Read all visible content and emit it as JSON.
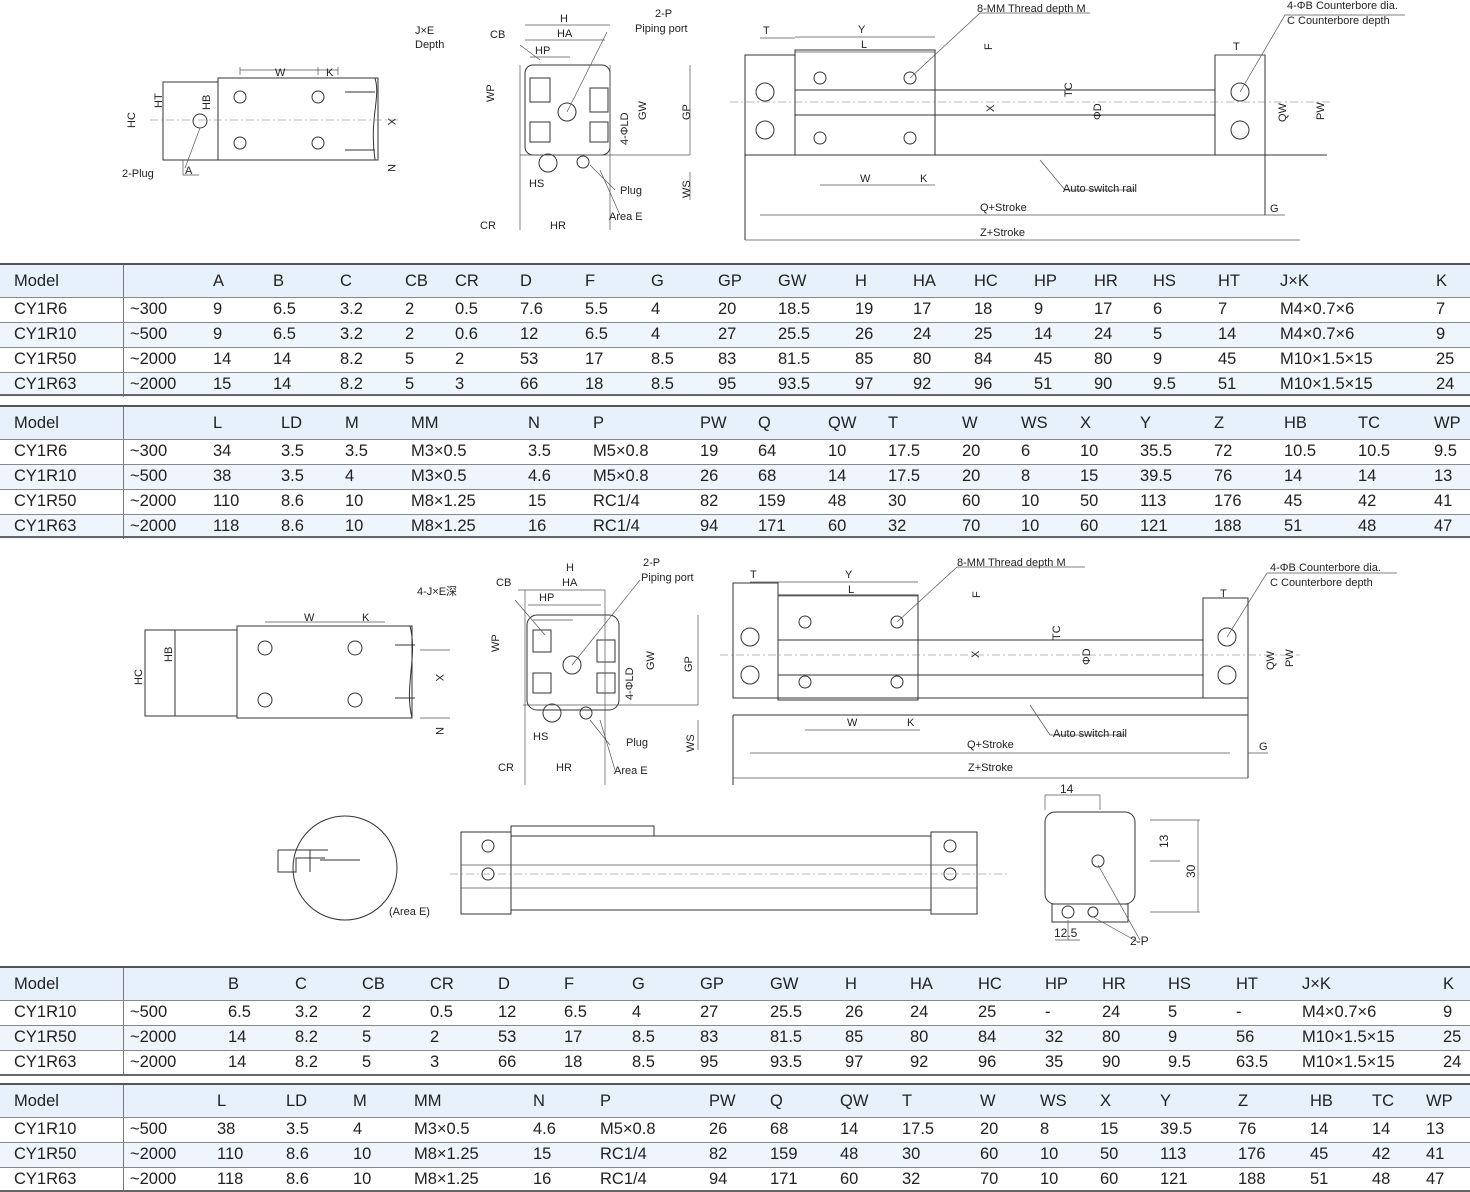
{
  "drawing_top": {
    "labels": [
      "W",
      "K",
      "HT",
      "HB",
      "HC",
      "X",
      "N",
      "2-Plug",
      "A",
      "J×E",
      "Depth",
      "CB",
      "H",
      "HA",
      "HP",
      "2-P",
      "Piping port",
      "WP",
      "4-ΦLD",
      "GW",
      "GP",
      "HS",
      "Plug",
      "Area E",
      "WS",
      "CR",
      "HR",
      "T",
      "Y",
      "L",
      "8-MM Thread depth M",
      "F",
      "TC",
      "ΦD",
      "X",
      "4-ΦB Counterbore dia.",
      "C Counterbore depth",
      "T",
      "QW",
      "PW",
      "W",
      "K",
      "Auto switch rail",
      "Q+Stroke",
      "G",
      "Z+Stroke"
    ]
  },
  "drawing_bottom": {
    "labels": [
      "W",
      "K",
      "HB",
      "HC",
      "X",
      "N",
      "4-J×E深",
      "CB",
      "H",
      "HA",
      "HP",
      "2-P",
      "Piping port",
      "WP",
      "4-ΦLD",
      "GW",
      "GP",
      "HS",
      "Plug",
      "Area E",
      "WS",
      "CR",
      "HR",
      "T",
      "Y",
      "L",
      "8-MM Thread depth M",
      "F",
      "TC",
      "ΦD",
      "X",
      "4-ΦB Counterbore dia.",
      "C Counterbore depth",
      "T",
      "QW",
      "PW",
      "W",
      "K",
      "Auto switch rail",
      "Q+Stroke",
      "G",
      "Z+Stroke",
      "(Area E)",
      "14",
      "13",
      "30",
      "12.5",
      "2-P"
    ]
  },
  "tables": [
    {
      "headers": [
        "Model",
        "",
        "A",
        "B",
        "C",
        "CB",
        "CR",
        "D",
        "F",
        "G",
        "GP",
        "GW",
        "H",
        "HA",
        "HC",
        "HP",
        "HR",
        "HS",
        "HT",
        "J×K",
        "K"
      ],
      "rows": [
        [
          "CY1R6",
          "~300",
          "9",
          "6.5",
          "3.2",
          "2",
          "0.5",
          "7.6",
          "5.5",
          "4",
          "20",
          "18.5",
          "19",
          "17",
          "18",
          "9",
          "17",
          "6",
          "7",
          "M4×0.7×6",
          "7"
        ],
        [
          "CY1R10",
          "~500",
          "9",
          "6.5",
          "3.2",
          "2",
          "0.6",
          "12",
          "6.5",
          "4",
          "27",
          "25.5",
          "26",
          "24",
          "25",
          "14",
          "24",
          "5",
          "14",
          "M4×0.7×6",
          "9"
        ],
        [
          "CY1R50",
          "~2000",
          "14",
          "14",
          "8.2",
          "5",
          "2",
          "53",
          "17",
          "8.5",
          "83",
          "81.5",
          "85",
          "80",
          "84",
          "45",
          "80",
          "9",
          "45",
          "M10×1.5×15",
          "25"
        ],
        [
          "CY1R63",
          "~2000",
          "15",
          "14",
          "8.2",
          "5",
          "3",
          "66",
          "18",
          "8.5",
          "95",
          "93.5",
          "97",
          "92",
          "96",
          "51",
          "90",
          "9.5",
          "51",
          "M10×1.5×15",
          "24"
        ]
      ]
    },
    {
      "headers": [
        "Model",
        "",
        "L",
        "LD",
        "M",
        "MM",
        "N",
        "P",
        "PW",
        "Q",
        "QW",
        "T",
        "W",
        "WS",
        "X",
        "Y",
        "Z",
        "HB",
        "TC",
        "WP"
      ],
      "rows": [
        [
          "CY1R6",
          "~300",
          "34",
          "3.5",
          "3.5",
          "M3×0.5",
          "3.5",
          "M5×0.8",
          "19",
          "64",
          "10",
          "17.5",
          "20",
          "6",
          "10",
          "35.5",
          "72",
          "10.5",
          "10.5",
          "9.5"
        ],
        [
          "CY1R10",
          "~500",
          "38",
          "3.5",
          "4",
          "M3×0.5",
          "4.6",
          "M5×0.8",
          "26",
          "68",
          "14",
          "17.5",
          "20",
          "8",
          "15",
          "39.5",
          "76",
          "14",
          "14",
          "13"
        ],
        [
          "CY1R50",
          "~2000",
          "110",
          "8.6",
          "10",
          "M8×1.25",
          "15",
          "RC1/4",
          "82",
          "159",
          "48",
          "30",
          "60",
          "10",
          "50",
          "113",
          "176",
          "45",
          "42",
          "41"
        ],
        [
          "CY1R63",
          "~2000",
          "118",
          "8.6",
          "10",
          "M8×1.25",
          "16",
          "RC1/4",
          "94",
          "171",
          "60",
          "32",
          "70",
          "10",
          "60",
          "121",
          "188",
          "51",
          "48",
          "47"
        ]
      ]
    },
    {
      "headers": [
        "Model",
        "",
        "B",
        "C",
        "CB",
        "CR",
        "D",
        "F",
        "G",
        "GP",
        "GW",
        "H",
        "HA",
        "HC",
        "HP",
        "HR",
        "HS",
        "HT",
        "J×K",
        "K"
      ],
      "rows": [
        [
          "CY1R10",
          "~500",
          "6.5",
          "3.2",
          "2",
          "0.5",
          "12",
          "6.5",
          "4",
          "27",
          "25.5",
          "26",
          "24",
          "25",
          "-",
          "24",
          "5",
          "-",
          "M4×0.7×6",
          "9"
        ],
        [
          "CY1R50",
          "~2000",
          "14",
          "8.2",
          "5",
          "2",
          "53",
          "17",
          "8.5",
          "83",
          "81.5",
          "85",
          "80",
          "84",
          "32",
          "80",
          "9",
          "56",
          "M10×1.5×15",
          "25"
        ],
        [
          "CY1R63",
          "~2000",
          "14",
          "8.2",
          "5",
          "3",
          "66",
          "18",
          "8.5",
          "95",
          "93.5",
          "97",
          "92",
          "96",
          "35",
          "90",
          "9.5",
          "63.5",
          "M10×1.5×15",
          "24"
        ]
      ]
    },
    {
      "headers": [
        "Model",
        "",
        "L",
        "LD",
        "M",
        "MM",
        "N",
        "P",
        "PW",
        "Q",
        "QW",
        "T",
        "W",
        "WS",
        "X",
        "Y",
        "Z",
        "HB",
        "TC",
        "WP"
      ],
      "rows": [
        [
          "CY1R10",
          "~500",
          "38",
          "3.5",
          "4",
          "M3×0.5",
          "4.6",
          "M5×0.8",
          "26",
          "68",
          "14",
          "17.5",
          "20",
          "8",
          "15",
          "39.5",
          "76",
          "14",
          "14",
          "13"
        ],
        [
          "CY1R50",
          "~2000",
          "110",
          "8.6",
          "10",
          "M8×1.25",
          "15",
          "RC1/4",
          "82",
          "159",
          "48",
          "30",
          "60",
          "10",
          "50",
          "113",
          "176",
          "45",
          "42",
          "41"
        ],
        [
          "CY1R63",
          "~2000",
          "118",
          "8.6",
          "10",
          "M8×1.25",
          "16",
          "RC1/4",
          "94",
          "171",
          "60",
          "32",
          "70",
          "10",
          "60",
          "121",
          "188",
          "51",
          "48",
          "47"
        ]
      ]
    }
  ]
}
